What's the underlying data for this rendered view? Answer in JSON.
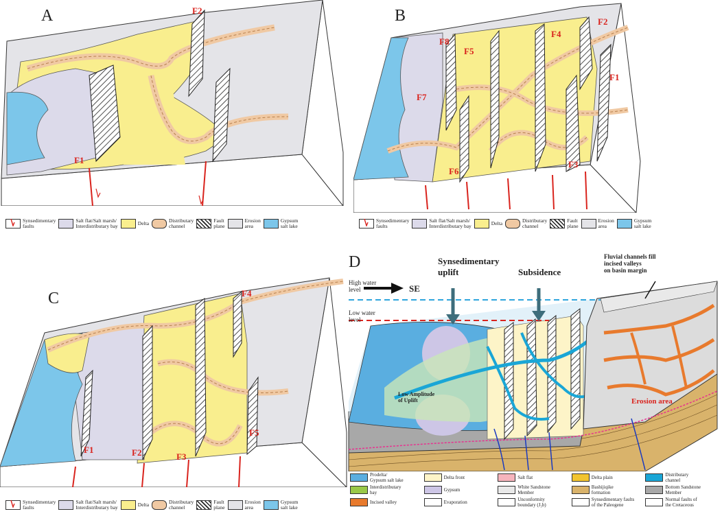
{
  "colors": {
    "delta": "#f9ee8e",
    "salt_flat": "#dcdaea",
    "erosion": "#e4e4e8",
    "gypsum_lake": "#7cc6ea",
    "channel": "#f0c9a3",
    "fault_red": "#d9231d",
    "prodelta": "#5aaee0",
    "delta_front": "#fdf4c8",
    "salt_flat_d": "#f6b4bc",
    "delta_plain": "#f2c430",
    "dist_channel_d": "#1aa6d6",
    "interdist_bay": "#9ac948",
    "gypsum_d": "#cdc6e6",
    "white_sandstone": "#e9e9e9",
    "bashijiqike": "#d9b36b",
    "bottom_sandstone": "#a8a8a8",
    "incised_valley": "#e87a2d"
  },
  "panels": {
    "a": {
      "label": "A",
      "faults": [
        "F1",
        "F2"
      ]
    },
    "b": {
      "label": "B",
      "faults": [
        "F1",
        "F2",
        "F3",
        "F4",
        "F5",
        "F6",
        "F7",
        "F8"
      ]
    },
    "c": {
      "label": "C",
      "faults": [
        "F1",
        "F2",
        "F3",
        "F4",
        "F5"
      ]
    },
    "d": {
      "label": "D"
    }
  },
  "legend_abc": [
    {
      "icon": "fault-arrow-icon",
      "text": "Synsedimentary\nfaults"
    },
    {
      "icon": "salt-flat-swatch",
      "text": "Salt flat/Salt marsh/\nInterdistributary bay"
    },
    {
      "icon": "delta-swatch",
      "text": "Delta"
    },
    {
      "icon": "channel-swatch",
      "text": "Distributary\nchannel"
    },
    {
      "icon": "fault-plane-swatch",
      "text": "Fault\nplane"
    },
    {
      "icon": "erosion-swatch",
      "text": "Erosion\narea"
    },
    {
      "icon": "gypsum-lake-swatch",
      "text": "Gypsum\nsalt lake"
    }
  ],
  "d_annotations": {
    "se": "SE",
    "high_water": "High water\nlevel",
    "low_water": "Low water\nlevel",
    "uplift": "Synsedimentary\nuplift",
    "subsidence": "Subsidence",
    "fluvial": "Fluvial channels fill\nincised valleys\non basin margin",
    "low_amp": "Low Amplitude\nof Uplift",
    "erosion": "Erosion  area"
  },
  "legend_d": [
    {
      "color": "#5aaee0",
      "text": "Prodelta/\nGypsum salt lake"
    },
    {
      "color": "#fdf4c8",
      "text": "Delta front"
    },
    {
      "color": "#f6b4bc",
      "text": "Salt flat"
    },
    {
      "color": "#f2c430",
      "text": "Delta plain"
    },
    {
      "color": "#1aa6d6",
      "text": "Distributary\nchannel"
    },
    {
      "color": "#9ac948",
      "text": "Interdistributary\nbay"
    },
    {
      "color": "#cdc6e6",
      "text": "Gypsum"
    },
    {
      "color": "#e9e9e9",
      "text": "White Sandstone\nMember"
    },
    {
      "color": "#d9b36b",
      "text": "Bashijiqike\nformation"
    },
    {
      "color": "#a8a8a8",
      "text": "Bottom Sandstone\nMember"
    },
    {
      "color": "#e87a2d",
      "text": "Incised valley"
    },
    {
      "color": "#ffffff",
      "text": "Evaporation"
    },
    {
      "color": "#ffffff",
      "text": "Unconformity\nboundary (J₃b)"
    },
    {
      "color": "#ffffff",
      "text": "Synsedimentary faults\nof the Paleogene"
    },
    {
      "color": "#ffffff",
      "text": "Normal faults of\nthe Cretaceous"
    }
  ]
}
